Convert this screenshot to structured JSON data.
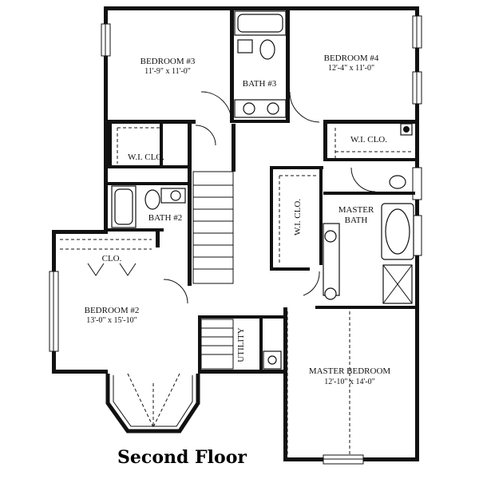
{
  "plan": {
    "title": "Second Floor",
    "rooms": {
      "bedroom3": {
        "name": "BEDROOM #3",
        "dims": "11'-9\" x 11'-0\""
      },
      "bedroom4": {
        "name": "BEDROOM #4",
        "dims": "12'-4\" x 11'-0\""
      },
      "bath3": {
        "name": "BATH #3"
      },
      "wi_clo_left": {
        "name": "W.I. CLO."
      },
      "wi_clo_right": {
        "name": "W.I. CLO."
      },
      "bath2": {
        "name": "BATH #2"
      },
      "clo": {
        "name": "CLO."
      },
      "wi_clo_master": {
        "name": "W.I. CLO."
      },
      "master_bath": {
        "line1": "MASTER",
        "line2": "BATH"
      },
      "bedroom2": {
        "name": "BEDROOM #2",
        "dims": "13'-0\" x 15'-10\""
      },
      "utility": {
        "name": "UTILITY"
      },
      "master_bedroom": {
        "name": "MASTER BEDROOM",
        "dims": "12'-10\" x 14'-0\""
      }
    }
  }
}
